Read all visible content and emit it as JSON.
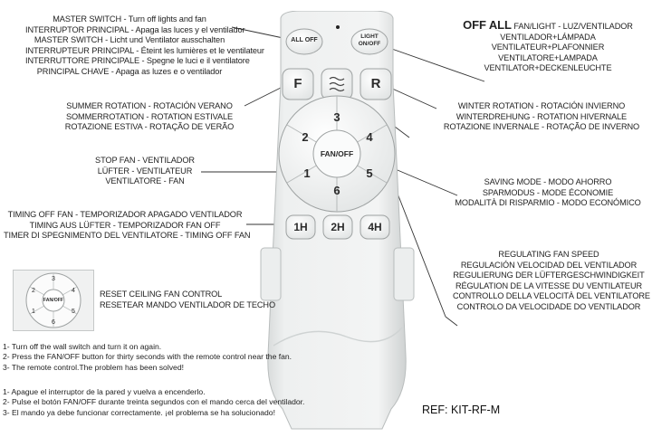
{
  "master_switch": {
    "lines": [
      "MASTER SWITCH - Turn off lights and fan",
      "INTERRUPTOR PRINCIPAL - Apaga las luces y el ventilador",
      "MASTER SWITCH - Licht und Ventilator ausschalten",
      "INTERRUPTEUR PRINCIPAL - Éteint les lumières et le ventilateur",
      "INTERRUTTORE PRINCIPALE - Spegne le luci e il ventilatore",
      "PRINCIPAL CHAVE - Apaga as luzes e o ventilador"
    ]
  },
  "off_all": {
    "title": "OFF ALL",
    "first_rest": " FAN/LIGHT - LUZ/VENTILADOR",
    "lines": [
      "VENTILADOR+LÁMPADA",
      "VENTILATEUR+PLAFONNIER",
      "VENTILATORE+LAMPADA",
      "VENTILATOR+DECKENLEUCHTE"
    ]
  },
  "summer": {
    "lines": [
      "SUMMER ROTATION - ROTACIÓN VERANO",
      "SOMMERROTATION - ROTATION ESTIVALE",
      "ROTAZIONE ESTIVA - ROTAÇÃO DE VERÃO"
    ]
  },
  "winter": {
    "lines": [
      "WINTER ROTATION - ROTACIÓN INVIERNO",
      "WINTERDREHUNG - ROTATION HIVERNALE",
      "ROTAZIONE INVERNALE - ROTAÇÃO DE INVERNO"
    ]
  },
  "stop_fan": {
    "lines": [
      "STOP FAN - VENTILADOR",
      "LÜFTER - VENTILATEUR",
      "VENTILATORE - FAN"
    ]
  },
  "saving": {
    "lines": [
      "SAVING MODE - MODO AHORRO",
      "SPARMODUS - MODE ÉCONOMIE",
      "MODALITÀ DI RISPARMIO - MODO ECONÓMICO"
    ]
  },
  "timing": {
    "lines": [
      "TIMING OFF FAN - TEMPORIZADOR APAGADO VENTILADOR",
      "TIMING AUS LÜFTER - TEMPORIZADOR FAN OFF",
      "TIMER DI SPEGNIMENTO DEL VENTILATORE - TIMING OFF FAN"
    ]
  },
  "regulating": {
    "lines": [
      "REGULATING FAN SPEED",
      "REGULACIÓN VELOCIDAD DEL VENTILADOR",
      "REGULIERUNG DER LÜFTERGESCHWINDIGKEIT",
      "RÉGULATION DE LA VITESSE DU VENTILATEUR",
      "CONTROLLO DELLA VELOCITÀ DEL VENTILATORE",
      "CONTROLO DA VELOCIDADE DO VENTILADOR"
    ]
  },
  "reset": {
    "lines": [
      "RESET CEILING FAN CONTROL",
      "RESETEAR MANDO VENTILADOR DE TECHO"
    ]
  },
  "notes_en": [
    "1- Turn off the wall switch and turn it on again.",
    "2- Press the FAN/OFF button for thirty seconds with the remote control near the fan.",
    "3- The remote control.The problem has been solved!"
  ],
  "notes_es": [
    "1- Apague el interruptor de la pared y vuelva a encenderlo.",
    "2- Pulse el botón FAN/OFF durante treinta segundos con el mando cerca del ventilador.",
    "3- El mando ya debe funcionar correctamente. ¡el problema se ha solucionado!"
  ],
  "ref": "REF: KIT-RF-M",
  "remote": {
    "all_off": "ALL OFF",
    "light_1": "LIGHT",
    "light_2": "ON/OFF",
    "f": "F",
    "r": "R",
    "fan_off": "FAN/OFF",
    "speeds": [
      "1",
      "2",
      "3",
      "4",
      "5",
      "6"
    ],
    "timers": [
      "1H",
      "2H",
      "4H"
    ]
  },
  "inset": {
    "fan_off": "FAN/OFF",
    "speeds": [
      "1",
      "2",
      "3",
      "4",
      "5",
      "6"
    ]
  },
  "colors": {
    "remote_body": "#eef0f0",
    "button": "#f6f7f7",
    "text": "#222222"
  }
}
